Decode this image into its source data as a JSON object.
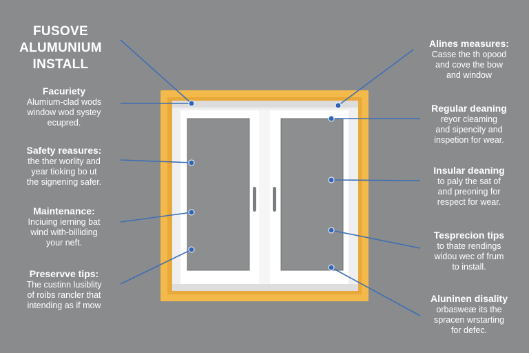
{
  "title": {
    "line1": "FUSOVE",
    "line2": "ALUMUNIUM",
    "line3": "INSTALL"
  },
  "left_callouts": [
    {
      "head": "Facuriety",
      "body": [
        "Alumium-clad wods",
        "window wod systey",
        "ecupred."
      ]
    },
    {
      "head": "Safety reasures:",
      "body": [
        "the ther worlity and",
        "year tioking bo ut",
        "the signening safer."
      ]
    },
    {
      "head": "Maintenance:",
      "body": [
        "Inciuing ierning bat",
        "wind with-billiding",
        "your neft."
      ]
    },
    {
      "head": "Preservve tips:",
      "body": [
        "The custinn lusiblity",
        "of roibs rancler that",
        "intending as if mow"
      ]
    }
  ],
  "right_callouts": [
    {
      "head": "Alines measures:",
      "body": [
        "Casse the th opood",
        "and cove the bow",
        "and window"
      ]
    },
    {
      "head": "Regular deaning",
      "body": [
        "reyor cleaming",
        "and sipencity and",
        "inspetion for wear."
      ]
    },
    {
      "head": "Insular deaning",
      "body": [
        "to paly the sat of",
        "and preoning for",
        "respect for wear."
      ]
    },
    {
      "head": "Tesprecion tips",
      "body": [
        "to thate rendings",
        "widou wec of frum",
        "to install."
      ]
    },
    {
      "head": "Aluninen disality",
      "body": [
        "orbasweæ its the",
        "spracen wrstarting",
        "for defec."
      ]
    }
  ],
  "colors": {
    "background": "#8a8b8d",
    "frame_outer": "#f3b94a",
    "frame_inner": "#ececec",
    "glass": "#8d8e90",
    "leader": "#3d6fb5"
  }
}
